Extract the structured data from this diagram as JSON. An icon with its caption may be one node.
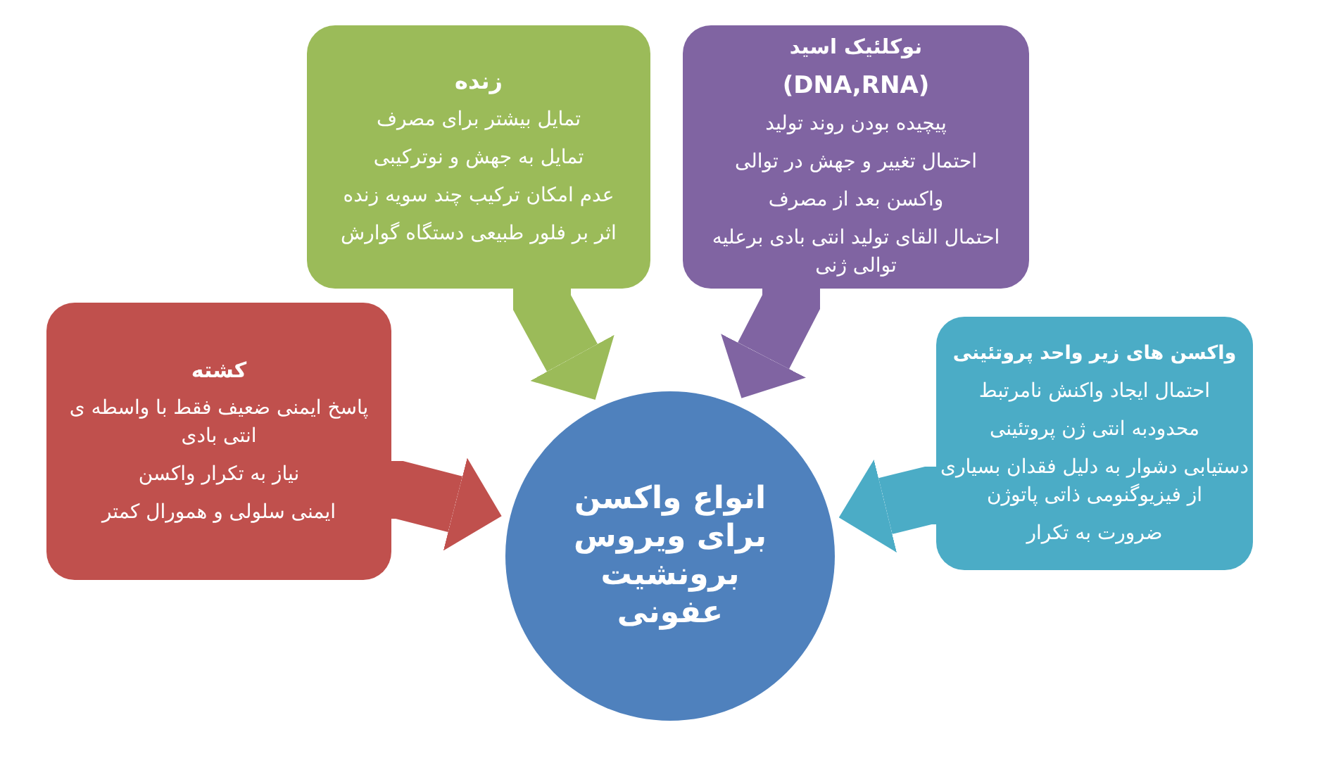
{
  "diagram": {
    "nodes": [
      {
        "text": [
          "زنده",
          "تمایل بیشتر برای مصرف",
          "تمایل به جهش و نوترکیبی",
          "عدم امکان ترکیب چند سویه زنده",
          "اثر بر فلور طبیعی دستگاه گوارش"
        ]
      },
      {
        "text": [
          "نوکلئیک اسید",
          "(DNA,RNA)",
          "پیچیده بودن روند تولید",
          "احتمال تغییر و جهش در توالی",
          "واکسن بعد از مصرف",
          "احتمال القای تولید انتی بادی برعلیه توالی ژنی"
        ]
      },
      {
        "text": [
          "کشته",
          "پاسخ ایمنی ضعیف فقط با واسطه ی انتی بادی",
          "نیاز به تکرار واکسن",
          "ایمنی سلولی و همورال کمتر"
        ]
      },
      {
        "text": [
          "واکسن های زیر واحد پروتئینی",
          "احتمال ایجاد واکنش نامرتبط",
          "محدودبه انتی ژن پروتئینی",
          "دستیابی دشوار به دلیل فقدان بسیاری از فیزیوگنومی ذاتی پاتوژن",
          "ضرورت به تکرار"
        ]
      },
      {
        "text": [
          "انواع واکسن برای ویروس برونشیت عفونی"
        ]
      }
    ],
    "edges": [
      {
        "from": 0,
        "to": 4,
        "arrow": "to",
        "color": "#9bbb59"
      },
      {
        "from": 1,
        "to": 4,
        "arrow": "to",
        "color": "#8064a2"
      },
      {
        "from": 2,
        "to": 4,
        "arrow": "to",
        "color": "#c0504d"
      },
      {
        "from": 3,
        "to": 4,
        "arrow": "to",
        "color": "#4bacc6"
      }
    ]
  }
}
